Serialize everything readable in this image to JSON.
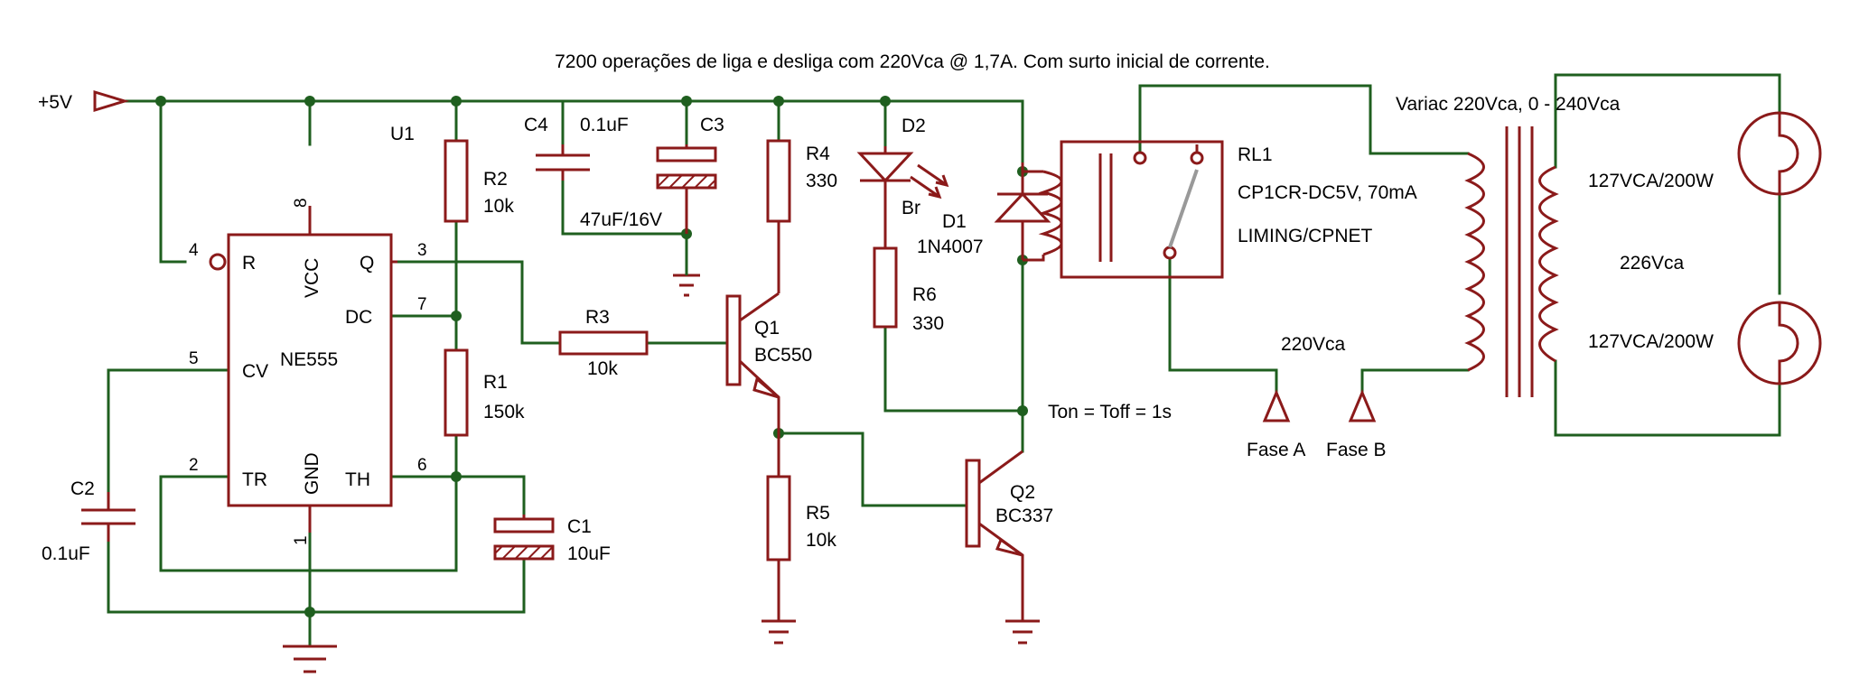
{
  "title": "7200 operações de liga e desliga com 220Vca @ 1,7A. Com surto inicial de corrente.",
  "supply": "+5V",
  "u1": {
    "ref": "U1",
    "part": "NE555",
    "pins": {
      "r": "R",
      "vcc": "VCC",
      "q": "Q",
      "dc": "DC",
      "cv": "CV",
      "tr": "TR",
      "gnd": "GND",
      "th": "TH"
    },
    "pin_numbers": {
      "p4": "4",
      "p8": "8",
      "p3": "3",
      "p7": "7",
      "p5": "5",
      "p2": "2",
      "p1": "1",
      "p6": "6"
    }
  },
  "components": {
    "r2": {
      "ref": "R2",
      "value": "10k"
    },
    "r1": {
      "ref": "R1",
      "value": "150k"
    },
    "r3": {
      "ref": "R3",
      "value": "10k"
    },
    "r4": {
      "ref": "R4",
      "value": "330"
    },
    "r5": {
      "ref": "R5",
      "value": "10k"
    },
    "r6": {
      "ref": "R6",
      "value": "330"
    },
    "c1": {
      "ref": "C1",
      "value": "10uF"
    },
    "c2": {
      "ref": "C2",
      "value": "0.1uF"
    },
    "c3": {
      "ref": "C3",
      "value": "47uF/16V"
    },
    "c4": {
      "ref": "C4",
      "value": "0.1uF"
    },
    "q1": {
      "ref": "Q1",
      "part": "BC550"
    },
    "q2": {
      "ref": "Q2",
      "part": "BC337"
    },
    "d1": {
      "ref": "D1",
      "part": "1N4007"
    },
    "d2": {
      "ref": "D2",
      "color": "Br"
    },
    "rl1": {
      "ref": "RL1",
      "part": "CP1CR-DC5V, 70mA",
      "maker": "LIMING/CPNET"
    }
  },
  "timing": "Ton = Toff = 1s",
  "variac": "Variac 220Vca, 0 - 240Vca",
  "mains": {
    "label": "220Vca",
    "phase_a": "Fase A",
    "phase_b": "Fase B"
  },
  "secondary": {
    "top": "127VCA/200W",
    "mid": "226Vca",
    "bottom": "127VCA/200W"
  }
}
